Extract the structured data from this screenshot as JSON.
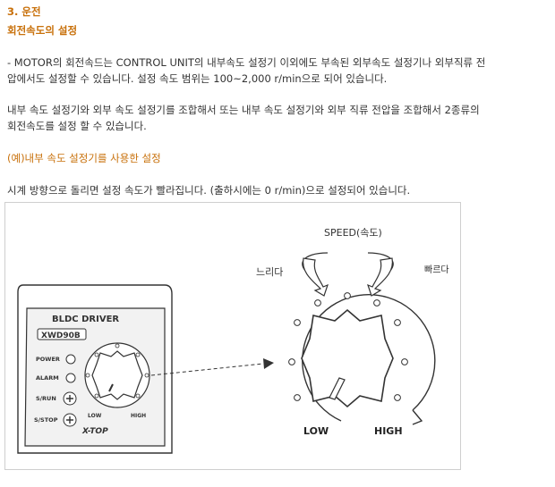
{
  "section": {
    "number_title": "3. 운전",
    "subtitle": "회전속도의 설정"
  },
  "paragraphs": {
    "p1_line1": "- MOTOR의 회전속드는 CONTROL UNIT의 내부속도 설정기 이외에도 부속된 외부속도 설정기나  외부직류 전",
    "p1_line2": "압에서도 설정할 수 있습니다.  설정 속도 범위는 100~2,000 r/min으로 되어 있습니다.",
    "p2_line1": "내부 속도 설정기와 외부 속도 설정기를 조합해서 또는 내부 속도 설정기와 외부 직류 전압을 조합해서 2종류의",
    "p2_line2": "회전속도를 설정 할 수 있습니다."
  },
  "example": {
    "heading": "(예)내부 속도 설정기를 사용한 설정",
    "description": "시계 방향으로 돌리면 설정 속도가 빨라집니다. (출하시에는 0 r/min)으로 설정되어 있습니다."
  },
  "figure": {
    "speed_label": "SPEED(속도)",
    "slow_label": "느리다",
    "fast_label": "빠르다",
    "low_label": "LOW",
    "high_label": "HIGH",
    "device": {
      "brand": "BLDC DRIVER",
      "model": "XWD90B",
      "power": "POWER",
      "alarm": "ALARM",
      "srun": "S/RUN",
      "sstop": "S/STOP",
      "low": "LOW",
      "high": "HIGH",
      "logo": "X-TOP"
    }
  }
}
